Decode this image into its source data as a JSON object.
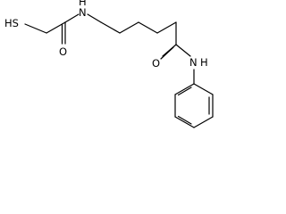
{
  "atoms": {
    "thiol_group": "HS",
    "amide_carbonyl_oxygen_1": "O",
    "amide_nitrogen_1": "N",
    "amide_hydrogen_1": "H",
    "amide_carbonyl_oxygen_2": "O",
    "amide_nitrogen_2": "N",
    "amide_hydrogen_2": "H"
  },
  "colors": {
    "bond": "#000000",
    "label": "#000000",
    "background": "#ffffff"
  }
}
